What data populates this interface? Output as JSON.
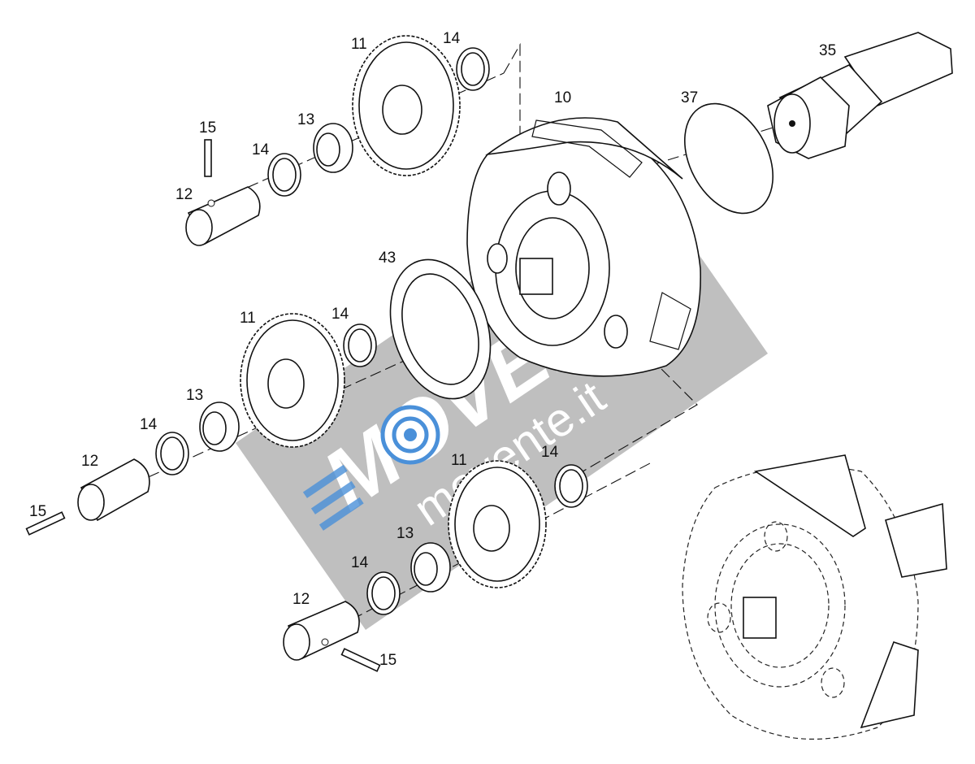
{
  "watermark": {
    "brand": "MOVENTE",
    "website": "movente.it"
  },
  "colors": {
    "watermark_band": "#b8b8b8",
    "watermark_logo": "#4a90d9",
    "line": "#111111",
    "background": "#ffffff"
  },
  "labels": {
    "l10": "10",
    "l11a": "11",
    "l11b": "11",
    "l11c": "11",
    "l12a": "12",
    "l12b": "12",
    "l12c": "12",
    "l13a": "13",
    "l13b": "13",
    "l13c": "13",
    "l14a": "14",
    "l14b": "14",
    "l14c": "14",
    "l14d": "14",
    "l14e": "14",
    "l14f": "14",
    "l15a": "15",
    "l15b": "15",
    "l15c": "15",
    "l35": "35",
    "l37": "37",
    "l43": "43"
  }
}
